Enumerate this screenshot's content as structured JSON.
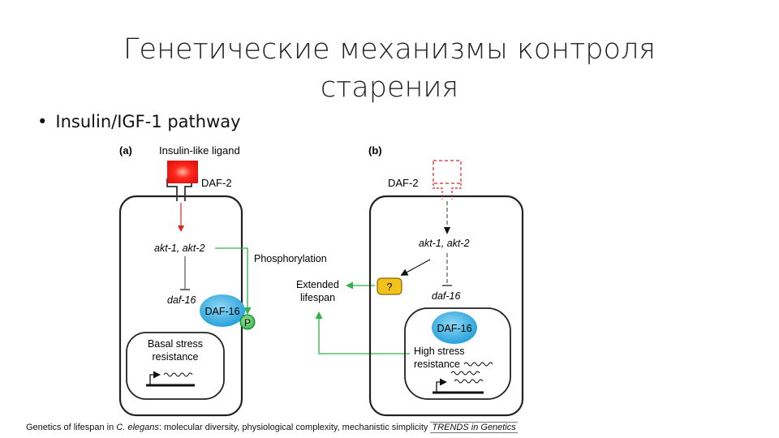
{
  "slide": {
    "title_line1": "Генетические механизмы контроля",
    "title_line2": "старения",
    "bullet": "Insulin/IGF-1 pathway"
  },
  "panel_a": {
    "label": "(a)",
    "ligand": "Insulin-like ligand",
    "receptor": "DAF-2",
    "kinases": "akt-1, akt-2",
    "phosphorylation": "Phosphorylation",
    "gene": "daf-16",
    "protein": "DAF-16",
    "phospho": "P",
    "stress_line1": "Basal stress",
    "stress_line2": "resistance"
  },
  "center": {
    "lifespan_line1": "Extended",
    "lifespan_line2": "lifespan",
    "unknown": "?"
  },
  "panel_b": {
    "label": "(b)",
    "receptor": "DAF-2",
    "kinases": "akt-1, akt-2",
    "gene": "daf-16",
    "protein": "DAF-16",
    "stress_line1": "High stress",
    "stress_line2": "resistance"
  },
  "caption": {
    "text_before": "Genetics of lifespan in ",
    "species": "C. elegans",
    "text_after": ": molecular diversity, physiological complexity, mechanistic simplicity",
    "journal": "TRENDS in Genetics"
  },
  "colors": {
    "green_arrow": "#2fb24a",
    "red_arrow": "#d92525",
    "daf16_blue": "#2aa7de",
    "phospho_green": "#35b84a",
    "unknown_yellow": "#f2c21b"
  }
}
